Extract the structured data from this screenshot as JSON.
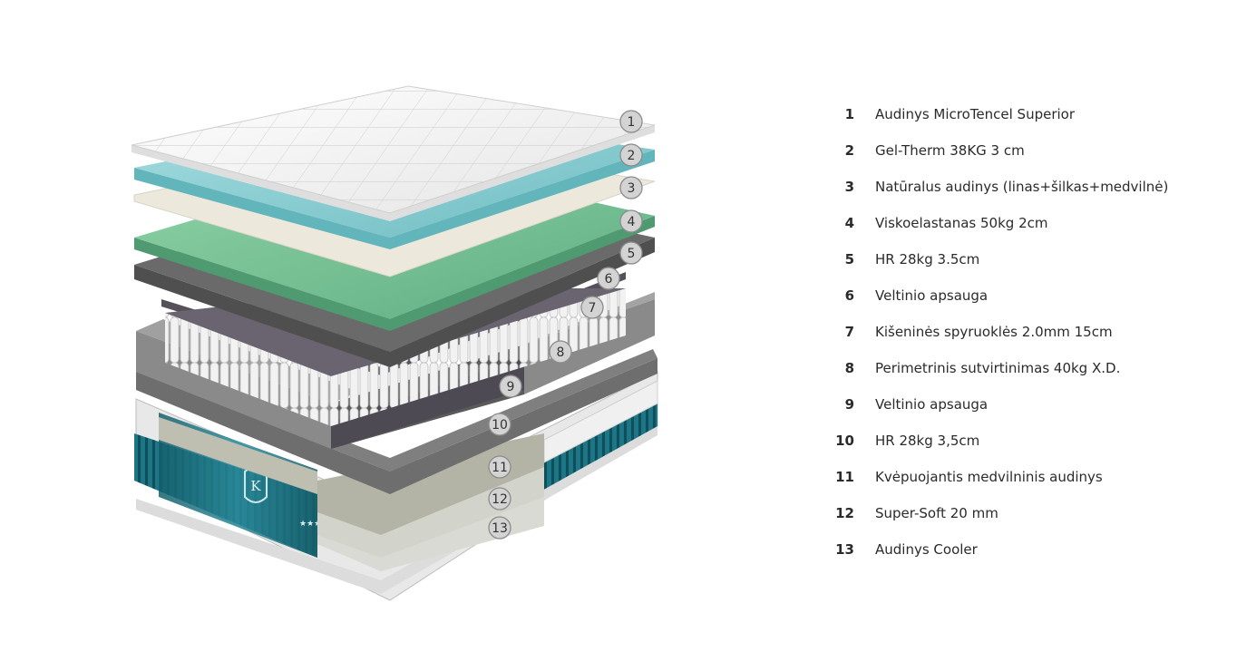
{
  "layers": [
    {
      "number": "1",
      "label": "Audinys MicroTencel Superior",
      "color": "#f2f2f2"
    },
    {
      "number": "2",
      "label": "Gel-Therm 38KG 3 cm",
      "color": "#8fd0d4"
    },
    {
      "number": "3",
      "label": "Natūralus audinys (linas+šilkas+medvilnė)",
      "color": "#ece8dc"
    },
    {
      "number": "4",
      "label": "Viskoelastanas 50kg 2cm",
      "color": "#7ec59a"
    },
    {
      "number": "5",
      "label": "HR 28kg 3.5cm",
      "color": "#616161"
    },
    {
      "number": "6",
      "label": "Veltinio apsauga",
      "color": "#55505a"
    },
    {
      "number": "7",
      "label": "Kišeninės spyruoklės 2.0mm 15cm",
      "color": "#e6e6e6"
    },
    {
      "number": "8",
      "label": "Perimetrinis sutvirtinimas 40kg X.D.",
      "color": "#8a8a8a"
    },
    {
      "number": "9",
      "label": "Veltinio apsauga",
      "color": "#55505a"
    },
    {
      "number": "10",
      "label": "HR 28kg 3,5cm",
      "color": "#6e6e6e"
    },
    {
      "number": "11",
      "label": "Kvėpuojantis medvilninis audinys",
      "color": "#b4b4a6"
    },
    {
      "number": "12",
      "label": "Super-Soft 20 mm",
      "color": "#d2d4cc"
    },
    {
      "number": "13",
      "label": "Audinys Cooler",
      "color": "#dcdcdc"
    }
  ],
  "product_badge": {
    "monogram": "K"
  },
  "colors": {
    "teal_fabric": "#1f7f8f",
    "marker_fill": "#d3d3d3",
    "marker_stroke": "#8c8c8c",
    "text": "#2b2b2b"
  }
}
